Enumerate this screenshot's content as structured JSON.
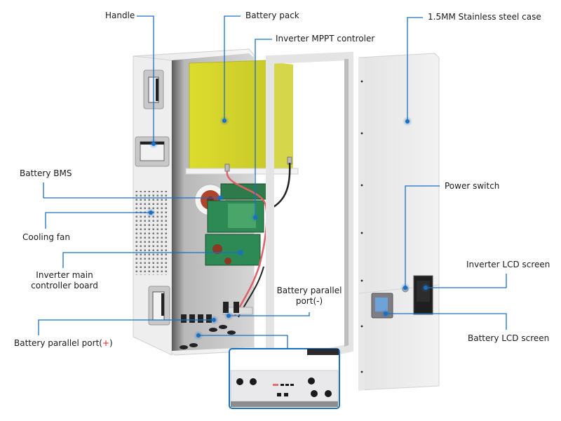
{
  "diagram": {
    "title": "Energy storage inverter all-in-one exploded view",
    "accent_color": "#1a6fc4",
    "labels": {
      "handle": "Handle",
      "battery_pack": "Battery pack",
      "inverter_mppt": "Inverter MPPT controler",
      "steel_case": "1.5MM Stainless steel case",
      "battery_bms": "Battery BMS",
      "cooling_fan": "Cooling fan",
      "inverter_main_line1": "Inverter main",
      "inverter_main_line2": "controller board",
      "power_switch": "Power switch",
      "inverter_lcd": "Inverter LCD screen",
      "parallel_neg_line1": "Battery parallel",
      "parallel_neg_line2": "port(-)",
      "battery_lcd": "Battery LCD screen",
      "parallel_pos_prefix": "Battery parallel port(",
      "parallel_pos_sign": "+",
      "parallel_pos_suffix": ")"
    }
  }
}
